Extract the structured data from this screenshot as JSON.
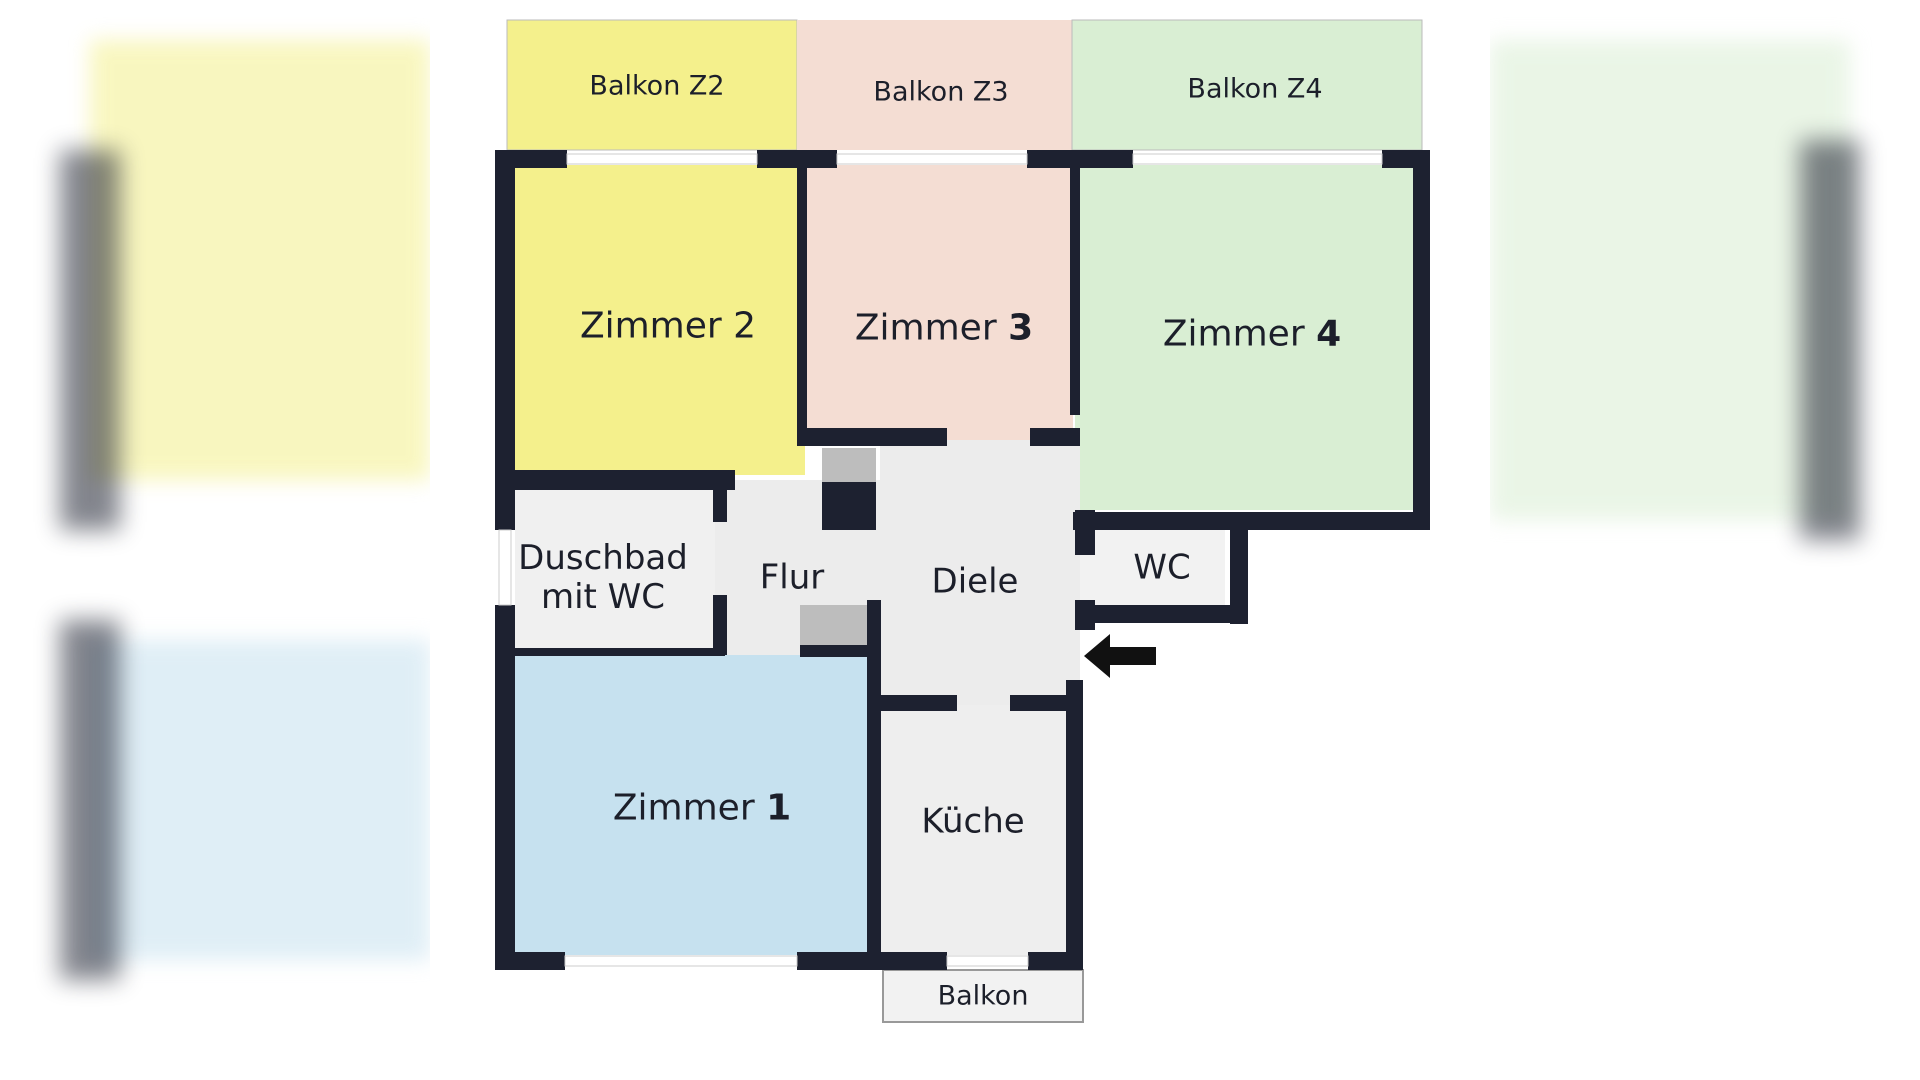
{
  "rooms": {
    "balkon_z2": "Balkon Z2",
    "balkon_z3": "Balkon Z3",
    "balkon_z4": "Balkon Z4",
    "zimmer2": "Zimmer 2",
    "zimmer3_prefix": "Zimmer",
    "zimmer3_number": "3",
    "zimmer4_prefix": "Zimmer",
    "zimmer4_number": "4",
    "duschbad_line1": "Duschbad",
    "duschbad_line2": "mit WC",
    "flur": "Flur",
    "diele": "Diele",
    "wc": "WC",
    "zimmer1_prefix": "Zimmer",
    "zimmer1_number": "1",
    "kueche": "Küche",
    "balkon": "Balkon"
  },
  "colors": {
    "yellow": "#f4f08c",
    "pink": "#f4ddd3",
    "green": "#d9eed3",
    "blue": "#c6e1ef",
    "floor_grey": "#eeeeee",
    "wall": "#1d2130",
    "window": "#ffffff"
  },
  "icons": {
    "entrance": "arrow-left-icon"
  }
}
